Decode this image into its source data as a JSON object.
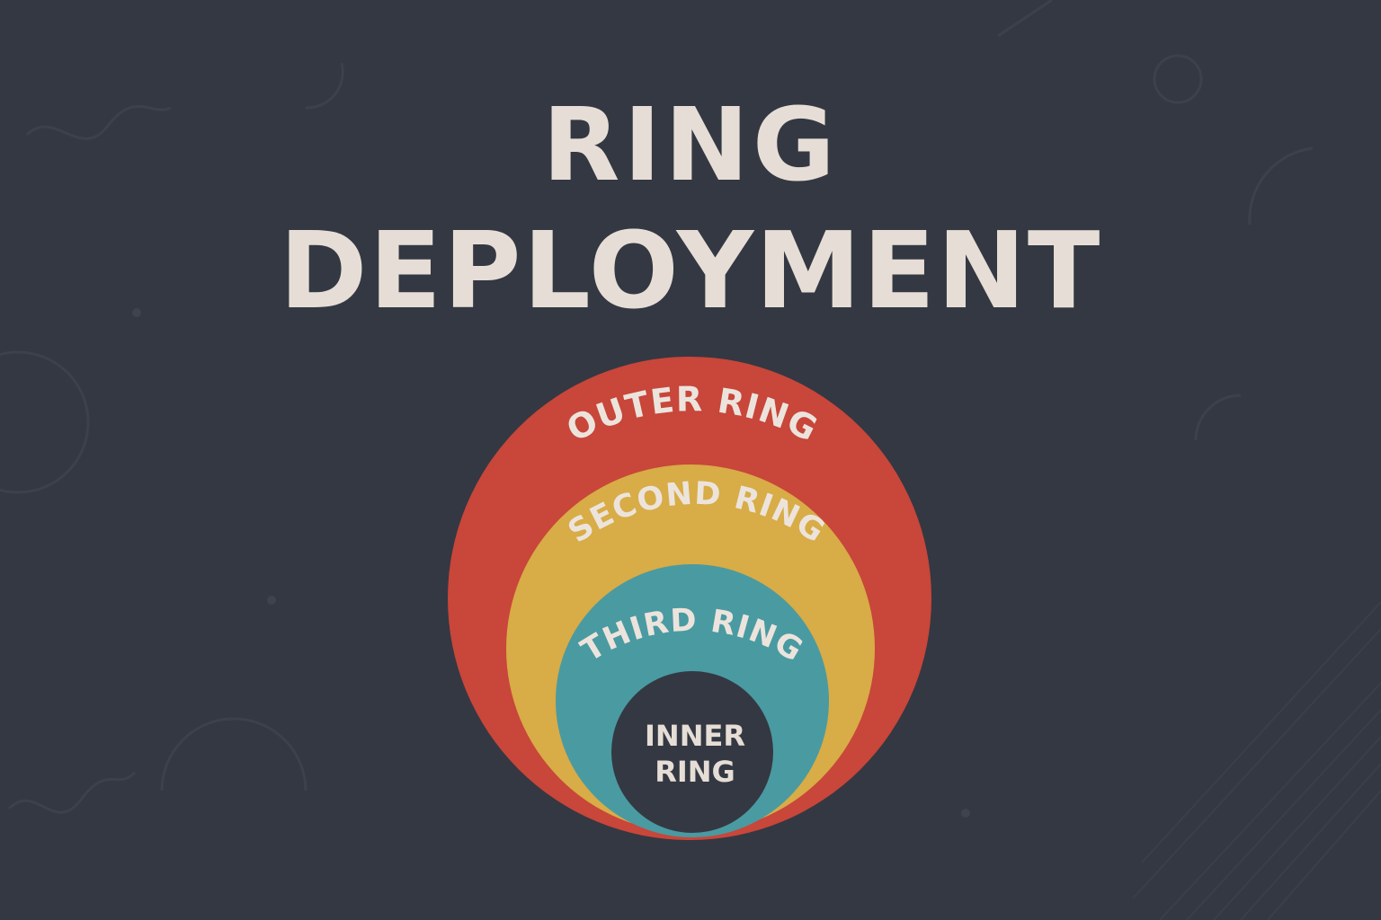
{
  "title": {
    "line1": "RING",
    "line2": "DEPLOYMENT"
  },
  "rings": {
    "outer": {
      "label": "OUTER RING",
      "color": "#c8463a"
    },
    "second": {
      "label": "SECOND RING",
      "color": "#d8ac46"
    },
    "third": {
      "label": "THIRD RING",
      "color": "#4a9aa2"
    },
    "inner": {
      "label_line1": "INNER",
      "label_line2": "RING",
      "color": "#343842"
    }
  },
  "colors": {
    "background": "#343842",
    "text": "#e6ded6"
  }
}
